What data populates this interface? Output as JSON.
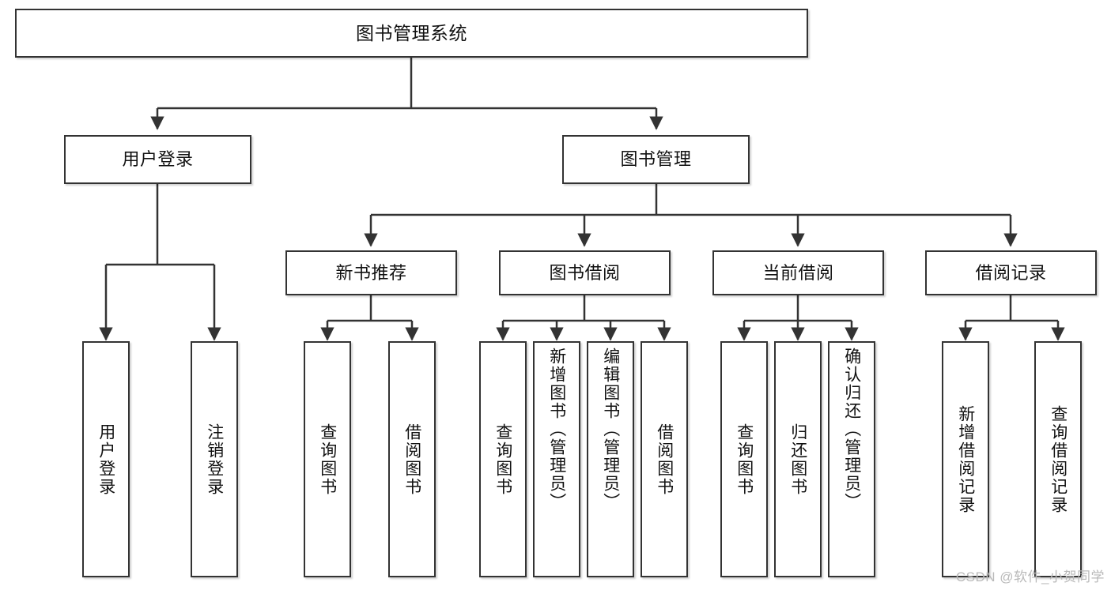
{
  "diagram": {
    "title": "图书管理系统",
    "type": "tree-hierarchy",
    "root": {
      "label": "图书管理系统"
    },
    "level2": [
      {
        "label": "用户登录"
      },
      {
        "label": "图书管理"
      }
    ],
    "level3": [
      {
        "label": "新书推荐"
      },
      {
        "label": "图书借阅"
      },
      {
        "label": "当前借阅"
      },
      {
        "label": "借阅记录"
      }
    ],
    "leaves": {
      "user_login": [
        {
          "label": "用户登录"
        },
        {
          "label": "注销登录"
        }
      ],
      "new_book_recommend": [
        {
          "label": "查询图书"
        },
        {
          "label": "借阅图书"
        }
      ],
      "book_borrow": [
        {
          "label": "查询图书"
        },
        {
          "label": "新增图书（管理员）"
        },
        {
          "label": "编辑图书（管理员）"
        },
        {
          "label": "借阅图书"
        }
      ],
      "current_borrow": [
        {
          "label": "查询图书"
        },
        {
          "label": "归还图书"
        },
        {
          "label": "确认归还（管理员）"
        }
      ],
      "borrow_record": [
        {
          "label": "新增借阅记录"
        },
        {
          "label": "查询借阅记录"
        }
      ]
    }
  },
  "watermark": {
    "text": "CSDN @软件_小贺同学"
  },
  "colors": {
    "border": "#333333",
    "text": "#111111",
    "background": "#ffffff",
    "watermark": "#b9b9b9"
  }
}
